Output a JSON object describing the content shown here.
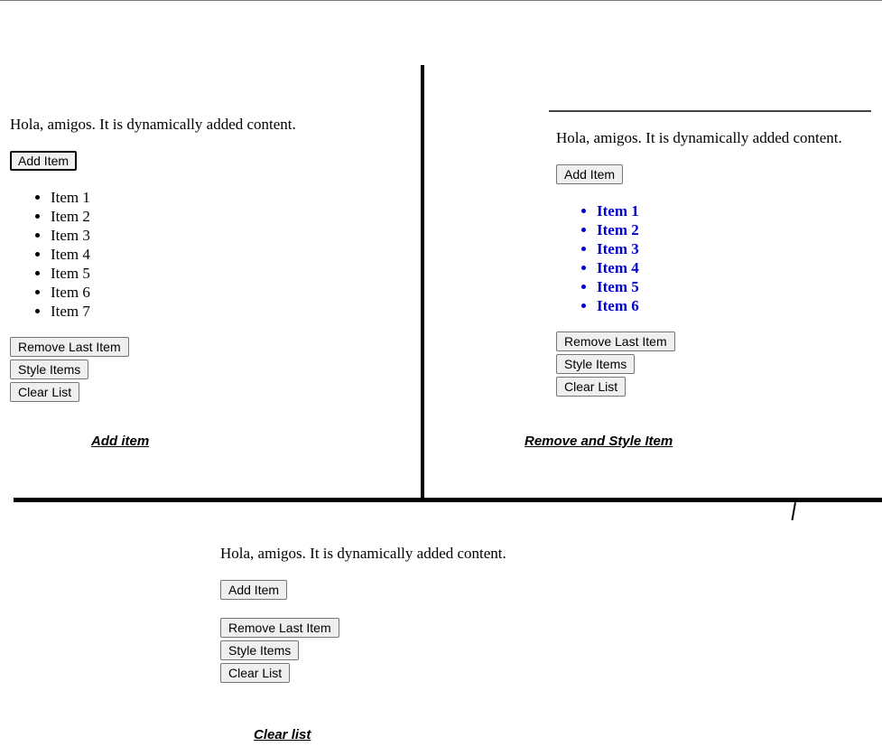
{
  "panels": [
    {
      "intro": "Hola, amigos. It is dynamically added content.",
      "add_label": "Add Item",
      "items": [
        "Item 1",
        "Item 2",
        "Item 3",
        "Item 4",
        "Item 5",
        "Item 6",
        "Item 7"
      ],
      "remove_label": "Remove Last Item",
      "style_label": "Style Items",
      "clear_label": "Clear List",
      "caption": "Add item"
    },
    {
      "intro": "Hola, amigos. It is dynamically added content.",
      "add_label": "Add Item",
      "items": [
        "Item 1",
        "Item 2",
        "Item 3",
        "Item 4",
        "Item 5",
        "Item 6"
      ],
      "items_color": "#0000cc",
      "remove_label": "Remove Last Item",
      "style_label": "Style Items",
      "clear_label": "Clear List",
      "caption": "Remove and Style Item"
    },
    {
      "intro": "Hola, amigos. It is dynamically added content.",
      "add_label": "Add Item",
      "items": [],
      "remove_label": "Remove Last Item",
      "style_label": "Style Items",
      "clear_label": "Clear List",
      "caption": "Clear list"
    }
  ]
}
